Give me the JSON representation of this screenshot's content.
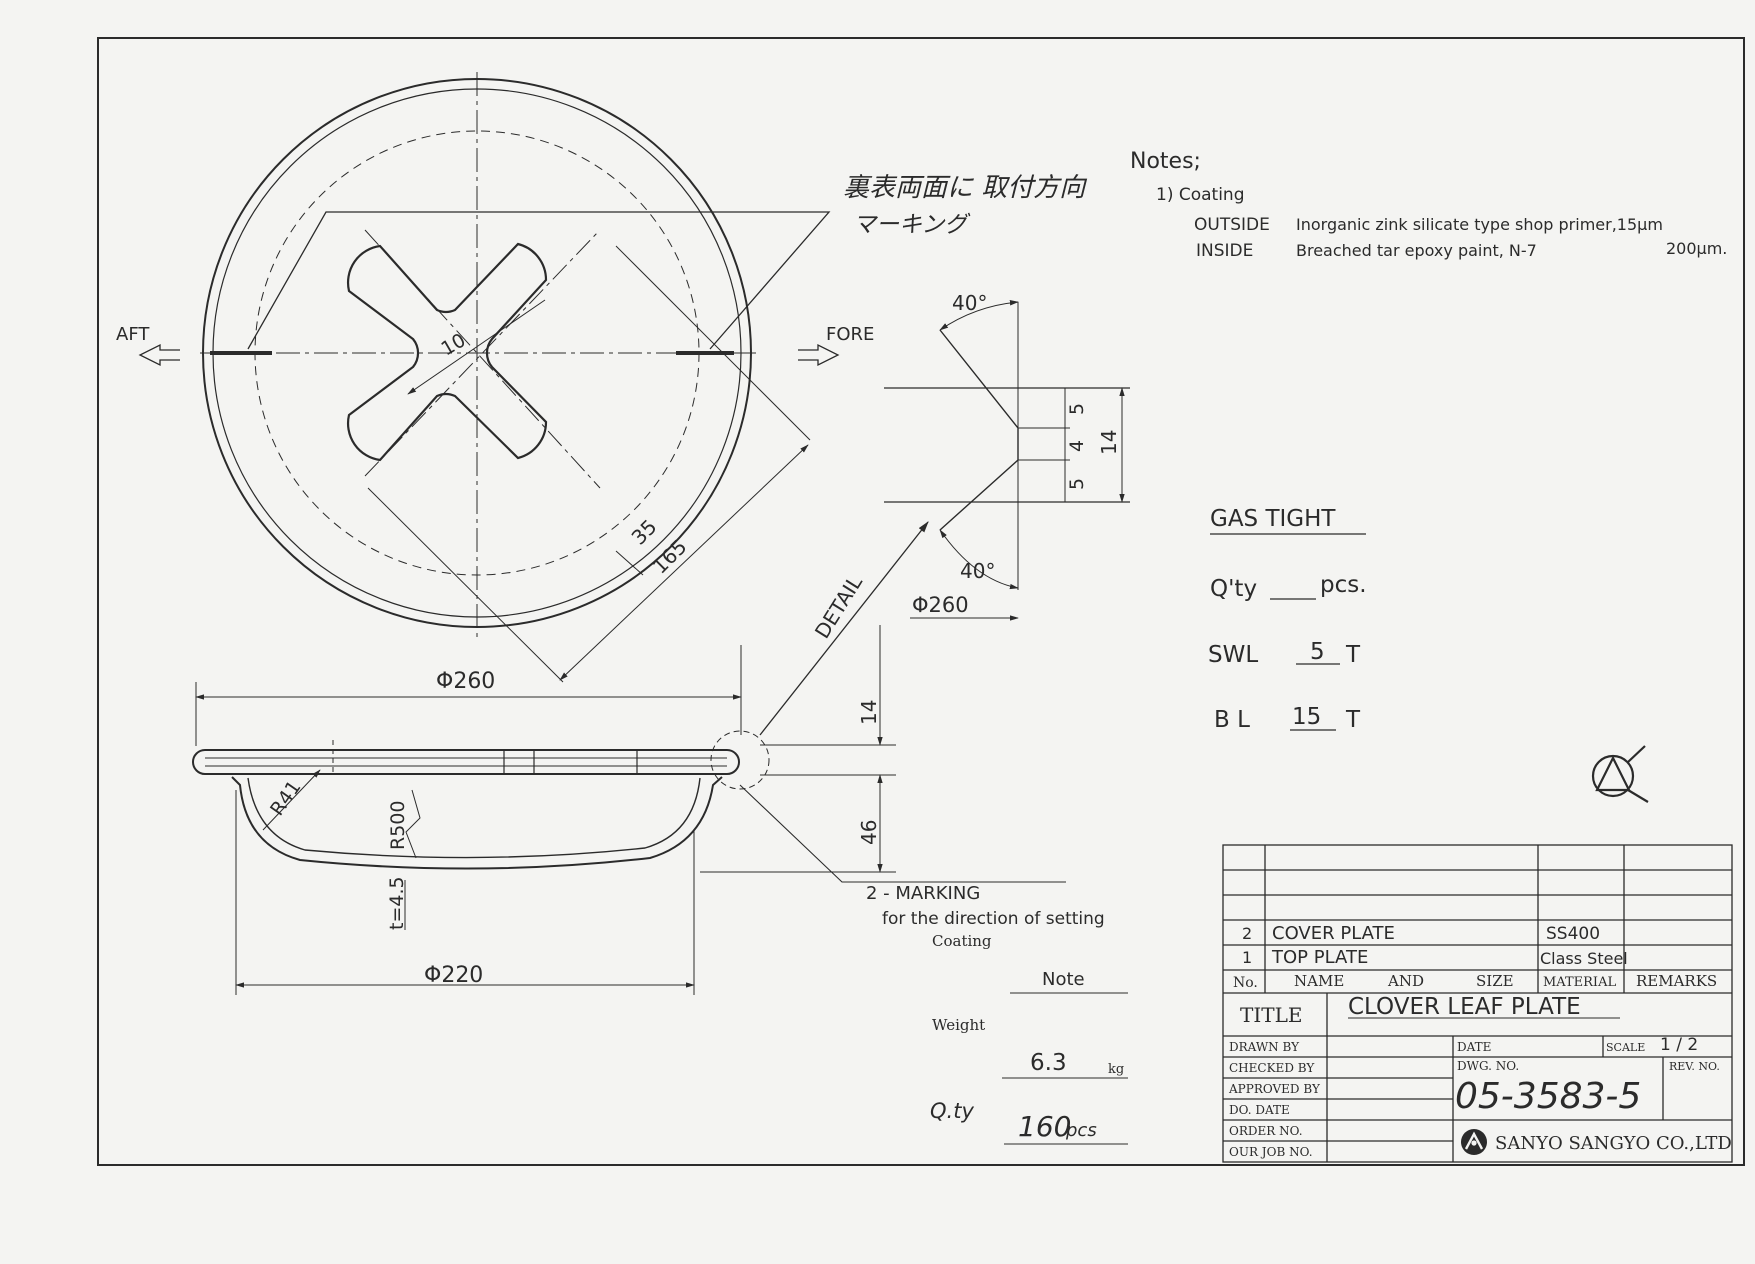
{
  "notes": {
    "heading": "Notes;",
    "item": "1) Coating",
    "outside_label": "OUTSIDE",
    "outside_text": "Inorganic zink silicate type shop primer,15μm",
    "inside_label": "INSIDE",
    "inside_text": "Breached tar epoxy paint, N-7",
    "inside_thickness": "200μm."
  },
  "japanese_note": {
    "line1": "裏表両面に 取付方向",
    "line2": "マーキング"
  },
  "directions": {
    "aft": "AFT",
    "fore": "FORE"
  },
  "dims": {
    "d260_top": "Φ260",
    "d260_detail": "Φ260",
    "d220": "Φ220",
    "r10": "10",
    "d35": "35",
    "d165": "165",
    "angle_top": "40°",
    "angle_bottom": "40°",
    "d5a": "5",
    "d4": "4",
    "d5b": "5",
    "d14_detail": "14",
    "d14_side": "14",
    "d46": "46",
    "r41": "R41",
    "r500": "R500",
    "t45": "t=4.5",
    "detail_label": "DETAIL"
  },
  "marking": {
    "line1": "2 - MARKING",
    "line2": "for the direction of setting"
  },
  "specs": {
    "gas_tight": "GAS TIGHT",
    "qty_label": "Q'ty",
    "qty_unit": "pcs.",
    "swl_label": "SWL",
    "swl_value": "5",
    "swl_unit": "T",
    "bl_label": "B L",
    "bl_value": "15",
    "bl_unit": "T"
  },
  "stamp": {
    "coating_label": "Coating",
    "coating_value": "Note",
    "weight_label": "Weight",
    "weight_value": "6.3",
    "weight_unit": "kg",
    "qty_label": "Q.ty",
    "qty_value": "160",
    "qty_unit": "pcs"
  },
  "title_block": {
    "parts": [
      {
        "no": "2",
        "name": "COVER PLATE",
        "material": "SS400"
      },
      {
        "no": "1",
        "name": "TOP PLATE",
        "material": "Class Steel"
      }
    ],
    "header": {
      "no": "No.",
      "name": "NAME",
      "and": "AND",
      "size": "SIZE",
      "material": "MATERIAL",
      "remarks": "REMARKS"
    },
    "title_label": "TITLE",
    "title_value": "CLOVER LEAF PLATE",
    "drawn_by": "DRAWN BY",
    "checked_by": "CHECKED BY",
    "approved_by": "APPROVED BY",
    "do_date": "DO.    DATE",
    "order_no": "ORDER    NO.",
    "our_job_no": "OUR JOB  NO.",
    "date_label": "DATE",
    "scale_label": "SCALE",
    "scale_value": "1 / 2",
    "dwg_no_label": "DWG. NO.",
    "dwg_no_value": "05-3583-5",
    "rev_no_label": "REV. NO.",
    "company": "SANYO SANGYO CO.,LTD"
  },
  "colors": {
    "ink": "#2b2b2b",
    "paper": "#f4f4f2"
  }
}
